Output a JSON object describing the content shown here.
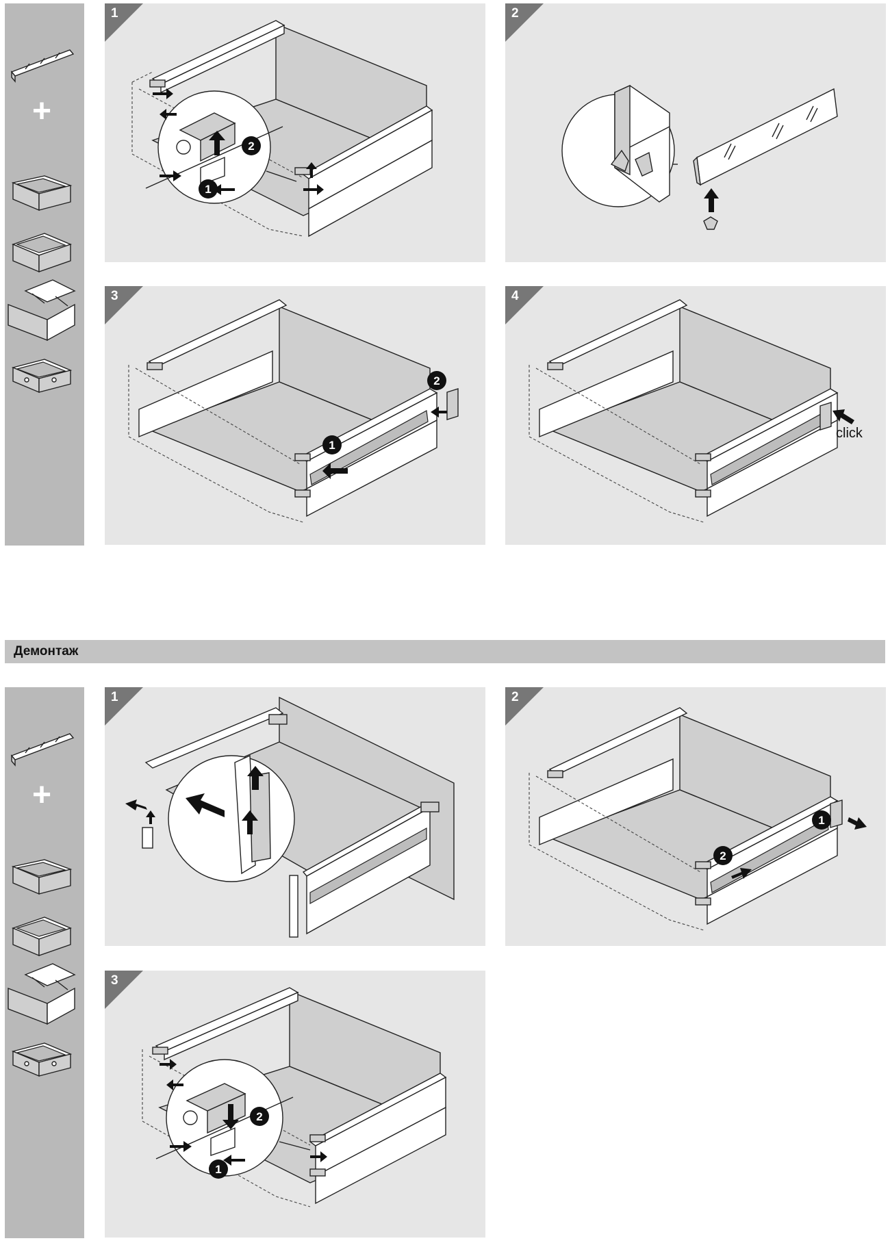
{
  "assembly": {
    "steps": [
      {
        "number": "1",
        "callouts": [
          "1",
          "2"
        ]
      },
      {
        "number": "2",
        "callouts": []
      },
      {
        "number": "3",
        "callouts": [
          "1",
          "2"
        ]
      },
      {
        "number": "4",
        "callouts": [],
        "label": "click"
      }
    ],
    "sidebar": {
      "plus": "+",
      "icons": [
        "gallery-rail-icon",
        "drawer-icon",
        "drawer-high-icon",
        "drawer-tall-front-icon",
        "drawer-inner-icon"
      ]
    }
  },
  "disassembly": {
    "title": "Демонтаж",
    "steps": [
      {
        "number": "1",
        "callouts": []
      },
      {
        "number": "2",
        "callouts": [
          "1",
          "2"
        ]
      },
      {
        "number": "3",
        "callouts": [
          "1",
          "2"
        ]
      }
    ],
    "sidebar": {
      "plus": "+"
    }
  },
  "colors": {
    "panel": "#e6e6e6",
    "sidebar": "#b9b9b9",
    "step_tab": "#777777",
    "section_bar": "#c3c3c3"
  }
}
